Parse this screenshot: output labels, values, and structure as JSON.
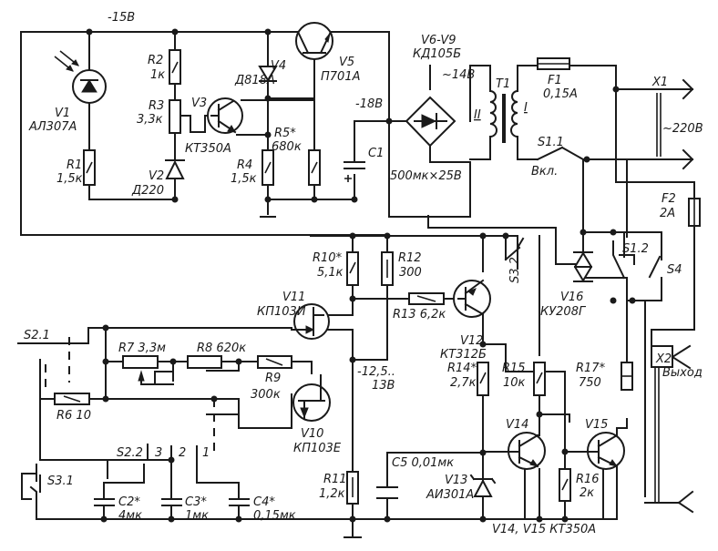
{
  "diagram": {
    "type": "electrical-schematic",
    "ink_color": "#1a1a1a",
    "background": "#ffffff",
    "labels": {
      "supply_15v": "-15В",
      "v1_ref": "V1",
      "v1_type": "АЛ307А",
      "r1_ref": "R1",
      "r1_val": "1,5к",
      "r2_ref": "R2",
      "r2_val": "1к",
      "r3_ref": "R3",
      "r3_val": "3,3к",
      "v2_ref": "V2",
      "v2_type": "Д220",
      "v3_ref": "V3",
      "v3_type": "КТ350А",
      "v4_ref": "V4",
      "v4_type": "Д818А",
      "r4_ref": "R4",
      "r4_val": "1,5к",
      "r5_ref": "R5*",
      "r5_val": "680к",
      "v5_ref": "V5",
      "v5_type": "П701А",
      "supply_18v": "-18В",
      "c1_ref": "C1",
      "c1_val": "500мк×25В",
      "bridge_ref": "V6-V9",
      "bridge_type": "КД105Б",
      "ac_14v": "~14В",
      "t1_ref": "T1",
      "t1_winding_1": "I",
      "t1_winding_2": "II",
      "f1_ref": "F1",
      "f1_val": "0,15А",
      "x1_ref": "X1",
      "mains": "~220В",
      "s1_1_ref": "S1.1",
      "s1_1_label": "Вкл.",
      "f2_ref": "F2",
      "f2_val": "2А",
      "r10_ref": "R10*",
      "r10_val": "5,1к",
      "r12_ref": "R12",
      "r12_val": "300",
      "r13": "R13 6,2к",
      "v11_ref": "V11",
      "v11_type": "КП103И",
      "v12_ref": "V12",
      "v12_type": "КТ312Б",
      "s3_2_ref": "S3.2",
      "v16_ref": "V16",
      "v16_type": "КУ208Г",
      "s1_2_ref": "S1.2",
      "s4_ref": "S4",
      "x2_ref": "X2",
      "output": "Выход",
      "s2_1_ref": "S2.1",
      "r7": "R7 3,3м",
      "r8": "R8 620к",
      "r9_ref": "R9",
      "r9_val": "300к",
      "r6": "R6 10",
      "v10_ref": "V10",
      "v10_type": "КП103Е",
      "supply_12v": "-12,5..",
      "supply_12v_b": "13В",
      "r14_ref": "R14*",
      "r14_val": "2,7к",
      "r15_ref": "R15",
      "r15_val": "10к",
      "r17_ref": "R17*",
      "r17_val": "750",
      "s2_2_ref": "S2.2",
      "pos3": "3",
      "pos2": "2",
      "pos1": "1",
      "s3_1_ref": "S3.1",
      "c2_ref": "C2*",
      "c2_val": "4мк",
      "c3_ref": "C3*",
      "c3_val": "1мк",
      "c4_ref": "C4*",
      "c4_val": "0,15мк",
      "r11_ref": "R11",
      "r11_val": "1,2к",
      "c5": "C5 0,01мк",
      "v13_ref": "V13",
      "v13_type": "АИ301А",
      "v14_ref": "V14",
      "v15_ref": "V15",
      "r16_ref": "R16",
      "r16_val": "2к",
      "footer_note": "V14, V15 КТ350А"
    }
  }
}
